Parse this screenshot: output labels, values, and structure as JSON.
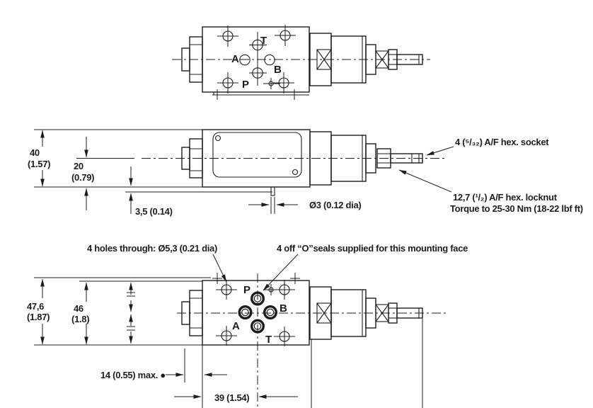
{
  "drawing": {
    "colors": {
      "line": "#1c1c1c",
      "background": "#ffffff"
    },
    "ports": {
      "p": "P",
      "a": "A",
      "b": "B",
      "t": "T"
    },
    "dimensions": {
      "height_40": "40",
      "height_40_in": "(1.57)",
      "height_20": "20",
      "height_20_in": "(0.79)",
      "offset_3_5": "3,5 (0.14)",
      "pin_dia": "Ø3 (0.12 dia)",
      "height_47_6": "47,6",
      "height_47_6_in": "(1.87)",
      "height_46": "46",
      "height_46_in": "(1.8)",
      "width_14": "14 (0.55) max. ●",
      "width_39": "39 (1.54)"
    },
    "annotations": {
      "hex_socket": "4 (⁵/₃₂) A/F hex. socket",
      "locknut_line1": "12,7 (¹/₂) A/F hex. locknut",
      "locknut_line2": "Torque to 25-30 Nm (18-22 lbf ft)",
      "holes": "4 holes through: Ø5,3 (0.21 dia)",
      "o_seals": "4 off  “O”seals supplied for this mounting face"
    }
  }
}
